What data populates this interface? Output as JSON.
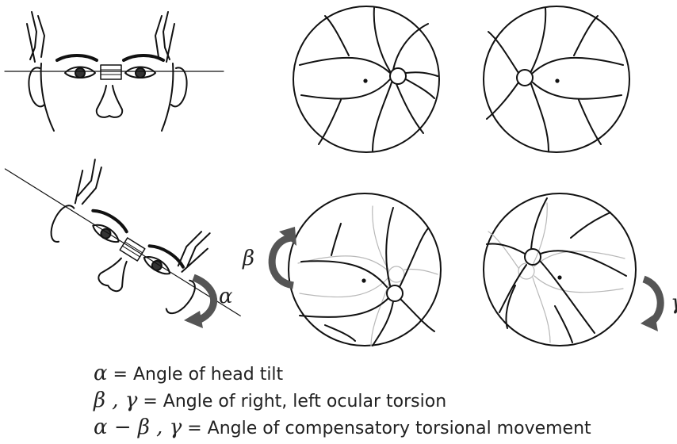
{
  "figure": {
    "labels": {
      "alpha": "α",
      "beta": "β",
      "gamma": "γ"
    },
    "colors": {
      "line": "#111111",
      "faint_vessel": "#b8b8b8",
      "arrow": "#555555"
    }
  },
  "legend": {
    "rows": [
      {
        "symbols": "α",
        "text": " = Angle of head tilt"
      },
      {
        "symbols": "β , γ",
        "text": " = Angle of right, left ocular torsion"
      },
      {
        "symbols": "α − β , γ",
        "text": " = Angle of compensatory torsional movement"
      }
    ]
  }
}
